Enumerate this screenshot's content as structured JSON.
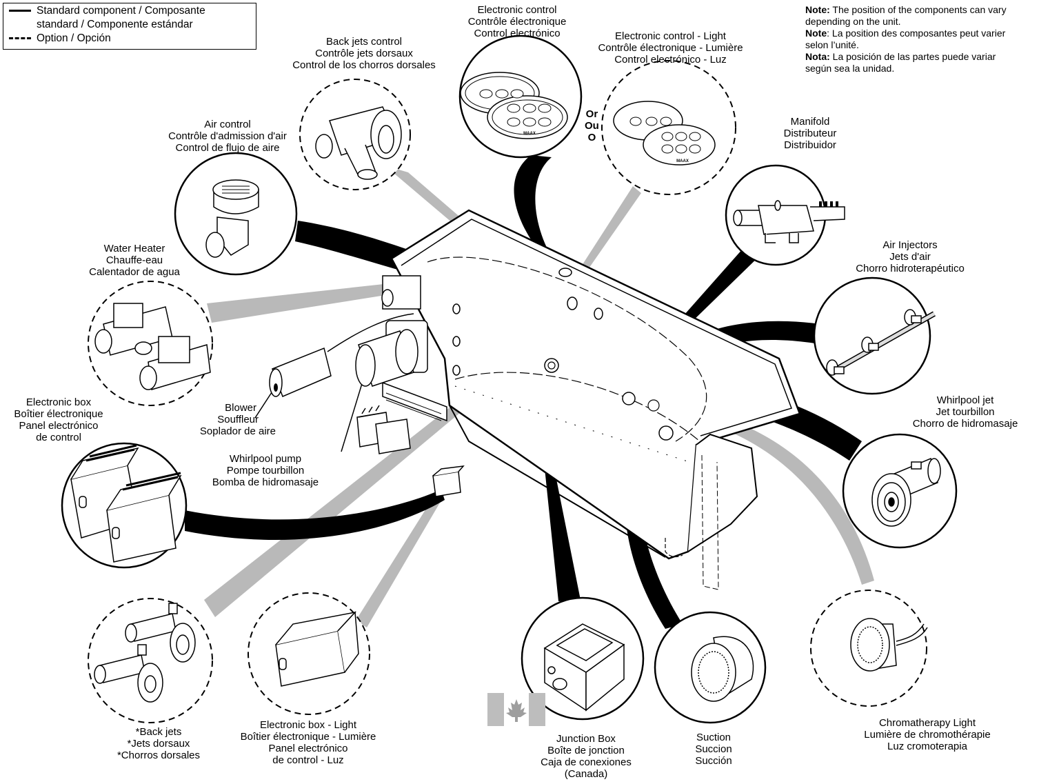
{
  "legend": {
    "standard": "Standard component / Composante",
    "standard2": "standard / Componente estándar",
    "option": "Option / Opción"
  },
  "note": {
    "en_label": "Note:",
    "en_text": "The position of the components can vary depending on the unit.",
    "fr_label": "Note",
    "fr_text": ": La position des composantes peut varier selon l’unité.",
    "es_label": "Nota:",
    "es_text": "La posición de las partes puede variar según sea la unidad."
  },
  "or_text": [
    "Or",
    "Ou",
    "O"
  ],
  "components": {
    "electronic_control": [
      "Electronic control",
      "Contrôle électronique",
      "Control electrónico"
    ],
    "electronic_control_light": [
      "Electronic control - Light",
      "Contrôle électronique - Lumière",
      "Control electrónico - Luz"
    ],
    "back_jets_control": [
      "Back jets control",
      "Contrôle jets dorsaux",
      "Control de los chorros dorsales"
    ],
    "air_control": [
      "Air control",
      "Contrôle d'admission d'air",
      "Control de flujo de aire"
    ],
    "manifold": [
      "Manifold",
      "Distributeur",
      "Distribuidor"
    ],
    "air_injectors": [
      "Air Injectors",
      "Jets d'air",
      "Chorro hidroterapéutico"
    ],
    "water_heater": [
      "Water Heater",
      "Chauffe-eau",
      "Calentador de agua"
    ],
    "electronic_box": [
      "Electronic box",
      "Boîtier électronique",
      "Panel electrónico",
      "de control"
    ],
    "blower": [
      "Blower",
      "Souffleur",
      "Soplador de aire"
    ],
    "whirlpool_pump": [
      "Whirlpool pump",
      "Pompe tourbillon",
      "Bomba de hidromasaje"
    ],
    "whirlpool_jet": [
      "Whirlpool jet",
      "Jet tourbillon",
      "Chorro de hidromasaje"
    ],
    "back_jets": [
      "*Back jets",
      "*Jets dorsaux",
      "*Chorros dorsales"
    ],
    "electronic_box_light": [
      "Electronic box - Light",
      "Boîtier électronique - Lumière",
      "Panel electrónico",
      "de control - Luz"
    ],
    "junction_box": [
      "Junction Box",
      "Boîte de jonction",
      "Caja de conexiones",
      "(Canada)"
    ],
    "suction": [
      "Suction",
      "Succion",
      "Succión"
    ],
    "chromatherapy_light": [
      "Chromatherapy Light",
      "Lumière de chromothérapie",
      "Luz cromoterapia"
    ]
  },
  "panel_brand": "MAAX",
  "colors": {
    "option_fan": "#b9b9b9",
    "standard_fan": "#000000"
  }
}
